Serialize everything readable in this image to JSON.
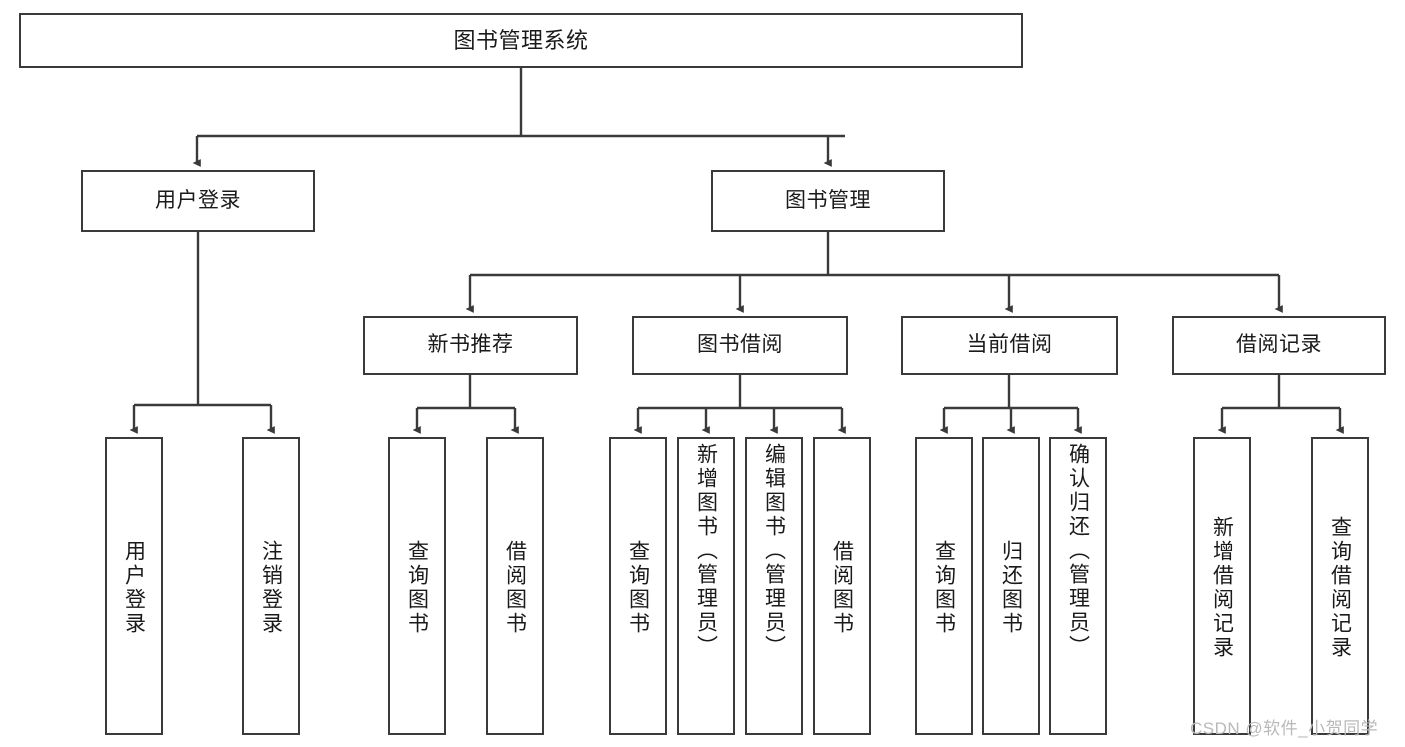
{
  "diagram": {
    "title": "图书管理系统",
    "type": "tree-hierarchy",
    "background": "#ffffff",
    "box_stroke": "#3a3a3a",
    "text_color": "#1a1a1a",
    "edge_color": "#3a3a3a",
    "watermark_color": "#b9b9b9"
  },
  "watermark": {
    "text": "CSDN @软件_小贺同学"
  },
  "nodes": {
    "root": {
      "label": "图书管理系统"
    },
    "level2": [
      {
        "label": "用户登录"
      },
      {
        "label": "图书管理"
      }
    ],
    "level3": [
      {
        "label": "新书推荐"
      },
      {
        "label": "图书借阅"
      },
      {
        "label": "当前借阅"
      },
      {
        "label": "借阅记录"
      }
    ],
    "leaves": {
      "user_login": [
        {
          "label": "用户登录"
        },
        {
          "label": "注销登录"
        }
      ],
      "new_book_recommend": [
        {
          "label": "查询图书"
        },
        {
          "label": "借阅图书"
        }
      ],
      "book_borrow": [
        {
          "label": "查询图书"
        },
        {
          "label": "新增图书（管理员）"
        },
        {
          "label": "编辑图书（管理员）"
        },
        {
          "label": "借阅图书"
        }
      ],
      "current_borrow": [
        {
          "label": "查询图书"
        },
        {
          "label": "归还图书"
        },
        {
          "label": "确认归还（管理员）"
        }
      ],
      "borrow_records": [
        {
          "label": "新增借阅记录"
        },
        {
          "label": "查询借阅记录"
        }
      ]
    }
  }
}
